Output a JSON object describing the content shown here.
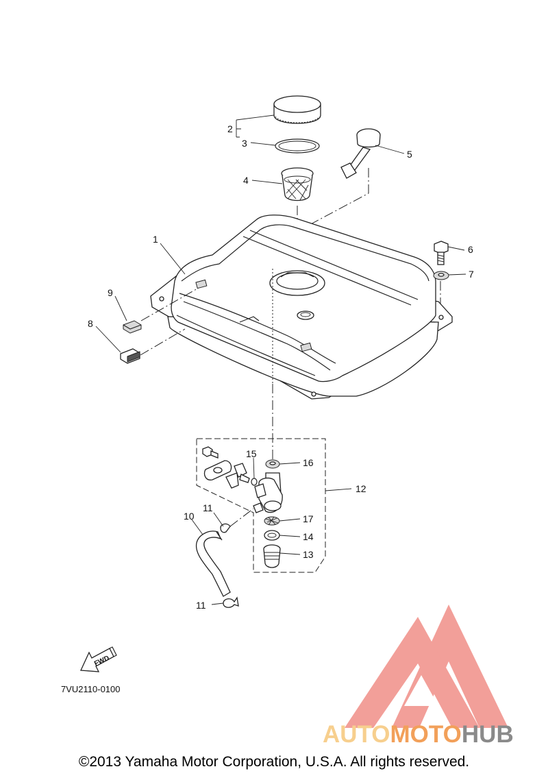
{
  "callouts": {
    "c1": "1",
    "c2": "2",
    "c3": "3",
    "c4": "4",
    "c5": "5",
    "c6": "6",
    "c7": "7",
    "c8": "8",
    "c9": "9",
    "c10": "10",
    "c11a": "11",
    "c11b": "11",
    "c12": "12",
    "c13": "13",
    "c14": "14",
    "c15": "15",
    "c16": "16",
    "c17": "17"
  },
  "fwd_label": "FWD",
  "diagram_code": "7VU2110-0100",
  "copyright": "©2013 Yamaha Motor Corporation, U.S.A. All rights reserved.",
  "watermark": {
    "part1": "AUTO",
    "part2": "MOTO",
    "part3": "HUB",
    "color_light": "#f7cf8e",
    "color_orange": "#f2a05a",
    "color_gray": "#8a8a8a",
    "logo_color": "#f29a94"
  }
}
